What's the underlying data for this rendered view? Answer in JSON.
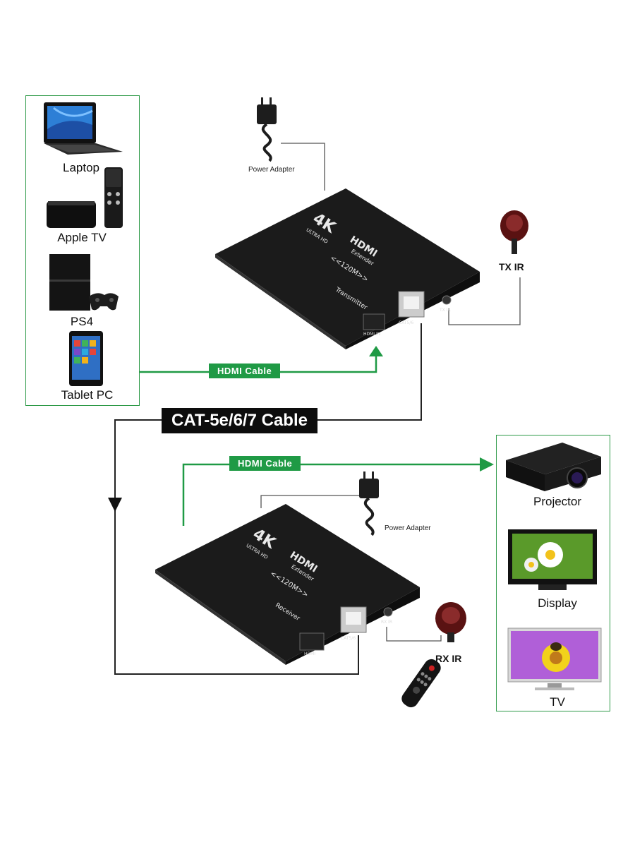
{
  "sources": {
    "items": [
      {
        "label": "Laptop"
      },
      {
        "label": "Apple TV"
      },
      {
        "label": "PS4"
      },
      {
        "label": "Tablet PC"
      }
    ]
  },
  "displays": {
    "items": [
      {
        "label": "Projector"
      },
      {
        "label": "Display"
      },
      {
        "label": "TV"
      }
    ]
  },
  "cables": {
    "hdmi_top": "HDMI  Cable",
    "hdmi_bottom": "HDMI  Cable",
    "cat": "CAT-5e/6/7 Cable"
  },
  "power": {
    "top_label": "Power Adapter",
    "bottom_label": "Power Adapter"
  },
  "ir": {
    "tx_label": "TX IR",
    "rx_label": "RX IR"
  },
  "transmitter": {
    "brand": "HDMI",
    "resolution": "4K",
    "subline": "ULTRA HD",
    "product": "Extender",
    "range": "<<120M>>",
    "role": "Transmitter",
    "port_hdmi": "HDMI IN",
    "port_cat": "CAT5/6",
    "port_ir": "TX IR"
  },
  "receiver": {
    "brand": "HDMI",
    "resolution": "4K",
    "subline": "ULTRA HD",
    "product": "Extender",
    "range": "<<120M>>",
    "role": "Receiver",
    "port_hdmi": "HDMI",
    "port_cat": "CAT5/6",
    "port_ir": "RX IR"
  },
  "colors": {
    "accent_green": "#1f9a45",
    "panel_border": "#2e9a48",
    "device_body": "#1b1b1b",
    "cat_tag": "#0d0d0d"
  }
}
